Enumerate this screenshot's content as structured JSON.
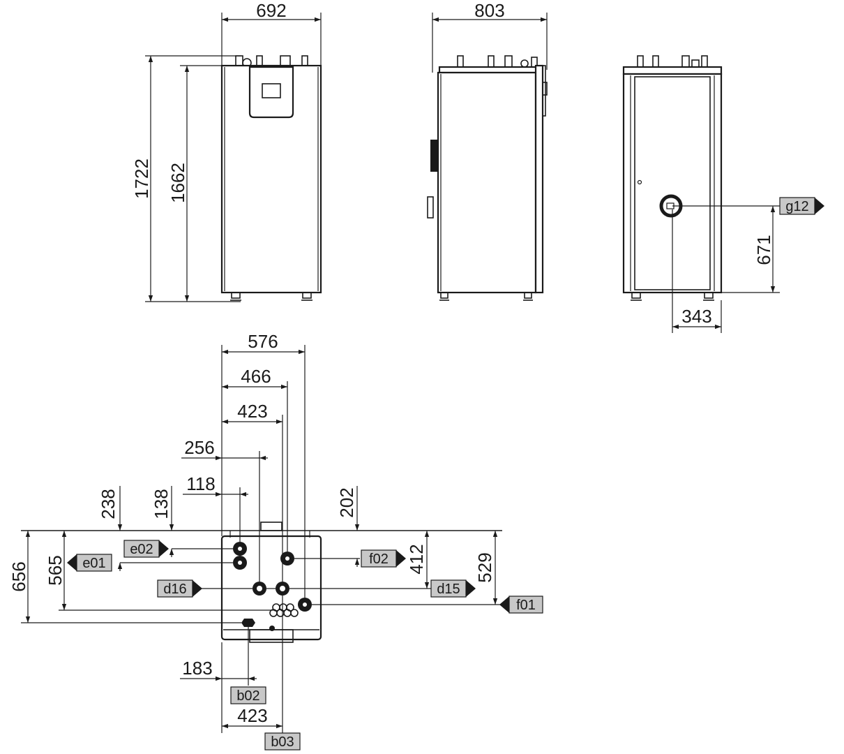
{
  "dimensions": {
    "front_width": "692",
    "side_width": "803",
    "total_height": "1722",
    "body_height": "1662",
    "rear_g12_height": "671",
    "rear_g12_offset": "343",
    "top_576": "576",
    "top_466": "466",
    "top_423": "423",
    "top_256": "256",
    "top_118": "118",
    "top_238": "238",
    "top_138": "138",
    "top_202": "202",
    "top_656": "656",
    "top_565": "565",
    "top_412": "412",
    "top_529": "529",
    "bottom_183": "183",
    "bottom_423": "423"
  },
  "connection_tags": {
    "g12": "g12",
    "e02": "e02",
    "e01": "e01",
    "f02": "f02",
    "d16": "d16",
    "d15": "d15",
    "f01": "f01",
    "b02": "b02",
    "b03": "b03"
  }
}
